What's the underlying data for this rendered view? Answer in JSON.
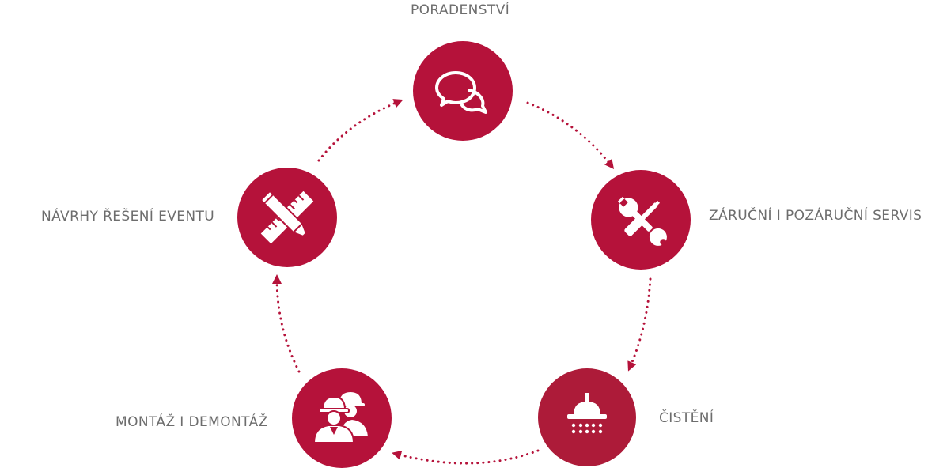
{
  "colors": {
    "primary": "#b5123a",
    "cleaning": "#ad1b39",
    "label": "#6d6d6d",
    "icon": "#ffffff"
  },
  "steps": [
    {
      "label": "PORADENSTVÍ",
      "icon": "speech-bubbles-icon"
    },
    {
      "label": "ZÁRUČNÍ I POZÁRUČNÍ SERVIS",
      "icon": "wrench-screwdriver-icon"
    },
    {
      "label": "ČISTĚNÍ",
      "icon": "shower-head-icon"
    },
    {
      "label": "MONTÁŽ I DEMONTÁŽ",
      "icon": "workers-hardhat-icon"
    },
    {
      "label": "NÁVRHY ŘEŠENÍ EVENTU",
      "icon": "pencil-ruler-icon"
    }
  ]
}
